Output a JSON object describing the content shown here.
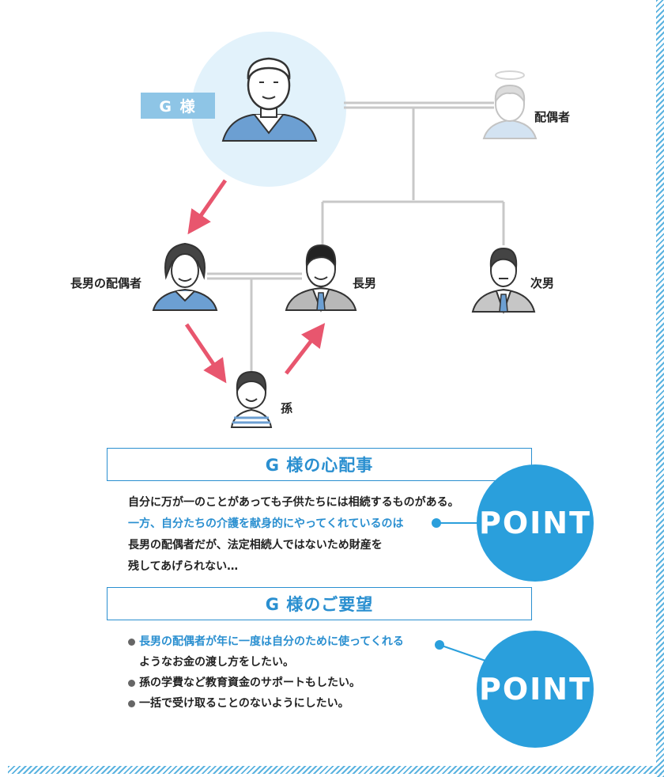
{
  "people": {
    "g_sama": "G 様",
    "spouse": "配偶者",
    "eldest_son_spouse": "長男の配偶者",
    "eldest_son": "長男",
    "second_son": "次男",
    "grandchild": "孫"
  },
  "concern": {
    "title": "G 様の心配事",
    "line1": "自分に万が一のことがあっても子供たちには相続するものがある。",
    "line2": "一方、自分たちの介護を献身的にやってくれているのは",
    "line3": "長男の配偶者だが、法定相続人ではないため財産を",
    "line4": "残してあげられない…"
  },
  "wishes": {
    "title": "G 様のご要望",
    "item1_line1": "長男の配偶者が年に一度は自分のために使ってくれる",
    "item1_line2": "ようなお金の渡し方をしたい。",
    "item2": "孫の学費など教育資金のサポートもしたい。",
    "item3": "一括で受け取ることのないようにしたい。"
  },
  "point_label_1": "POINT",
  "point_label_2": "POINT",
  "colors": {
    "accent_blue": "#2a8fd0",
    "point_circle": "#2a9fdc",
    "arrow_red": "#e8566e",
    "tree_line": "#c8c8c8",
    "highlight_circle": "#e2f2fb"
  }
}
